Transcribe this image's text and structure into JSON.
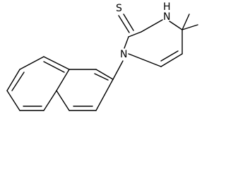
{
  "atom_labels": {
    "thione_sulfur": "S",
    "ring_nh": "H",
    "nh_nitrogen": "N",
    "n1_nitrogen": "N"
  },
  "colors": {
    "bond": "#000000",
    "label": "#000000",
    "background": "#ffffff"
  }
}
